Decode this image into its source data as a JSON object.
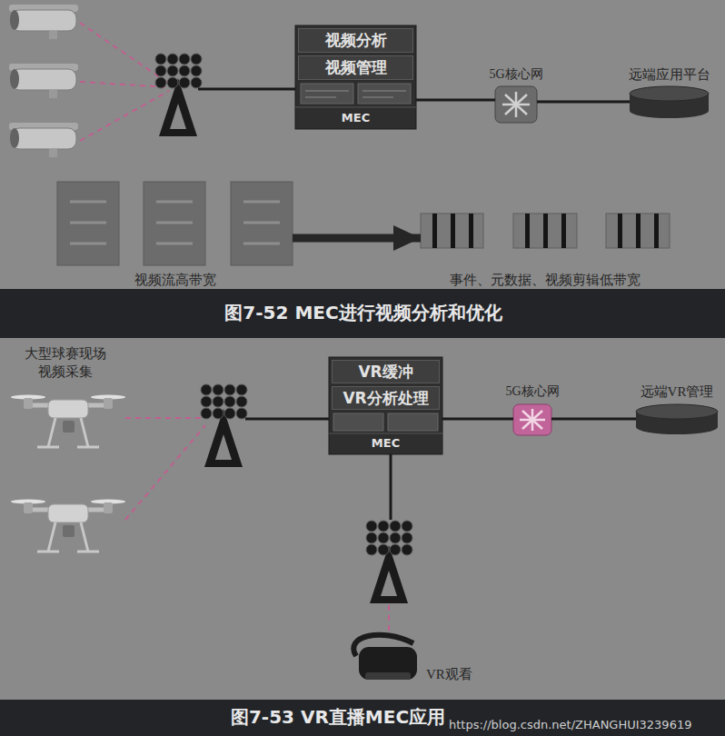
{
  "diagram": {
    "nodes": [
      {
        "text": [
          "MEC"
        ]
      },
      {
        "text": [
          "视频分析"
        ],
        "in": 0
      },
      {
        "text": [
          "视频管理"
        ],
        "in": 0
      },
      {
        "text": [
          "5G核心网"
        ]
      },
      {
        "text": [
          "远端应用平台"
        ]
      },
      {
        "text": [
          "视频流高带宽"
        ]
      },
      {
        "text": [
          "事件、元数据、视频剪辑低带宽"
        ]
      },
      {
        "text": [
          "MEC"
        ]
      },
      {
        "text": [
          "VR缓冲"
        ],
        "in": 7
      },
      {
        "text": [
          "VR分析处理"
        ],
        "in": 7
      },
      {
        "text": [
          "5G核心网"
        ]
      },
      {
        "text": [
          "远端VR管理"
        ]
      },
      {
        "text": [
          "VR观看"
        ]
      }
    ],
    "edges": [
      {
        "from": 0,
        "to": 3,
        "arrow": "none"
      },
      {
        "from": 3,
        "to": 4,
        "arrow": "none"
      },
      {
        "from": 5,
        "to": 6,
        "arrow": "to"
      },
      {
        "from": 7,
        "to": 10,
        "arrow": "none"
      },
      {
        "from": 10,
        "to": 11,
        "arrow": "none"
      }
    ],
    "labels": [
      "图7-52 MEC进行视频分析和优化",
      "大型球赛现场视频采集",
      "图7-53 VR直播MEC应用",
      "https://blog.csdn.net/ZHANGHUI3239619"
    ]
  }
}
